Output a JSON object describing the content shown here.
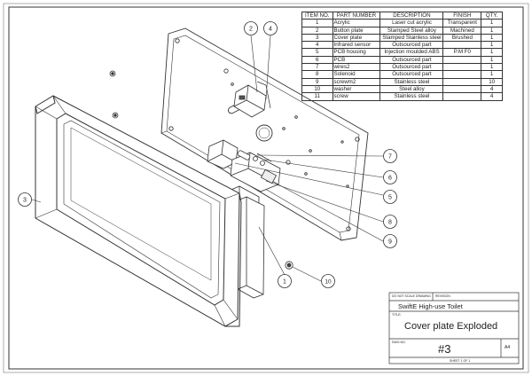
{
  "bom": {
    "headers": [
      "ITEM NO.",
      "PART NUMBER",
      "DESCRIPTION",
      "FINISH",
      "QTY."
    ],
    "rows": [
      [
        "1",
        "Acrylic",
        "Laser cut acrylic",
        "Transparent",
        "1"
      ],
      [
        "2",
        "Button plate",
        "Stamped Steel alloy",
        "Machined",
        "1"
      ],
      [
        "3",
        "Cover plate",
        "Stamped Stainless steel",
        "Brushed",
        "1"
      ],
      [
        "4",
        "Infrared sensor",
        "Outsourced part",
        "",
        "1"
      ],
      [
        "5",
        "PCB housing",
        "Injection moulded ABS",
        "P.M F0",
        "1"
      ],
      [
        "6",
        "PCB",
        "Outsourced part",
        "",
        "1"
      ],
      [
        "7",
        "wires2",
        "Outsourced part",
        "",
        "1"
      ],
      [
        "8",
        "Solenoid",
        "Outsourced part",
        "",
        "1"
      ],
      [
        "9",
        "screwm2",
        "Stainless steel",
        "",
        "10"
      ],
      [
        "10",
        "washer",
        "Steel alloy",
        "",
        "4"
      ],
      [
        "11",
        "screw",
        "Stainless steel",
        "",
        "4"
      ]
    ]
  },
  "balloons": [
    "1",
    "2",
    "3",
    "4",
    "5",
    "6",
    "7",
    "8",
    "9",
    "10"
  ],
  "title_block": {
    "note1": "DO NOT SCALE DRAWING",
    "note2": "REVISION",
    "project": "SwiftE High-use Toilet",
    "title_label": "TITLE:",
    "title": "Cover plate Exploded",
    "dwg_label": "DWG NO.",
    "dwg_no": "#3",
    "size": "A4",
    "sheet": "SHEET 1 OF 1"
  }
}
